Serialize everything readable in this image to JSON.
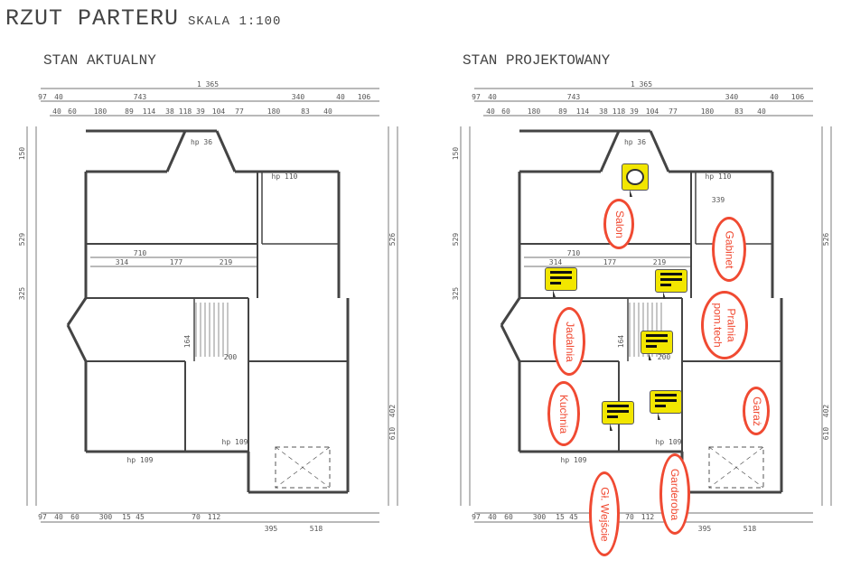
{
  "title": "RZUT PARTERU",
  "scale": "SKALA 1:100",
  "plans": {
    "current": "STAN AKTUALNY",
    "designed": "STAN PROJEKTOWANY"
  },
  "dims": {
    "total": "1 365",
    "row1": [
      "97",
      "40",
      "743",
      "340",
      "40",
      "106"
    ],
    "row2": [
      "40",
      "60",
      "180",
      "89",
      "114",
      "38",
      "118",
      "39",
      "104",
      "77",
      "180",
      "83",
      "40"
    ],
    "bottom": [
      "97",
      "40",
      "60",
      "300",
      "15",
      "45",
      "70",
      "112",
      "395",
      "518"
    ],
    "inner": [
      "710",
      "314",
      "177",
      "219",
      "hp 36",
      "hp 110",
      "hp 109",
      "200",
      "164",
      "339"
    ]
  },
  "rooms": [
    "Salon",
    "Gabinet",
    "Pralnia pom.tech",
    "Jadalnia",
    "Kuchnia",
    "Garaż",
    "Gł. Wejście",
    "Garderoba"
  ],
  "notes": [
    "comment",
    "note",
    "note",
    "note",
    "note",
    "note"
  ],
  "colors": {
    "annotation": "#f04a32",
    "note": "#f2e600"
  }
}
